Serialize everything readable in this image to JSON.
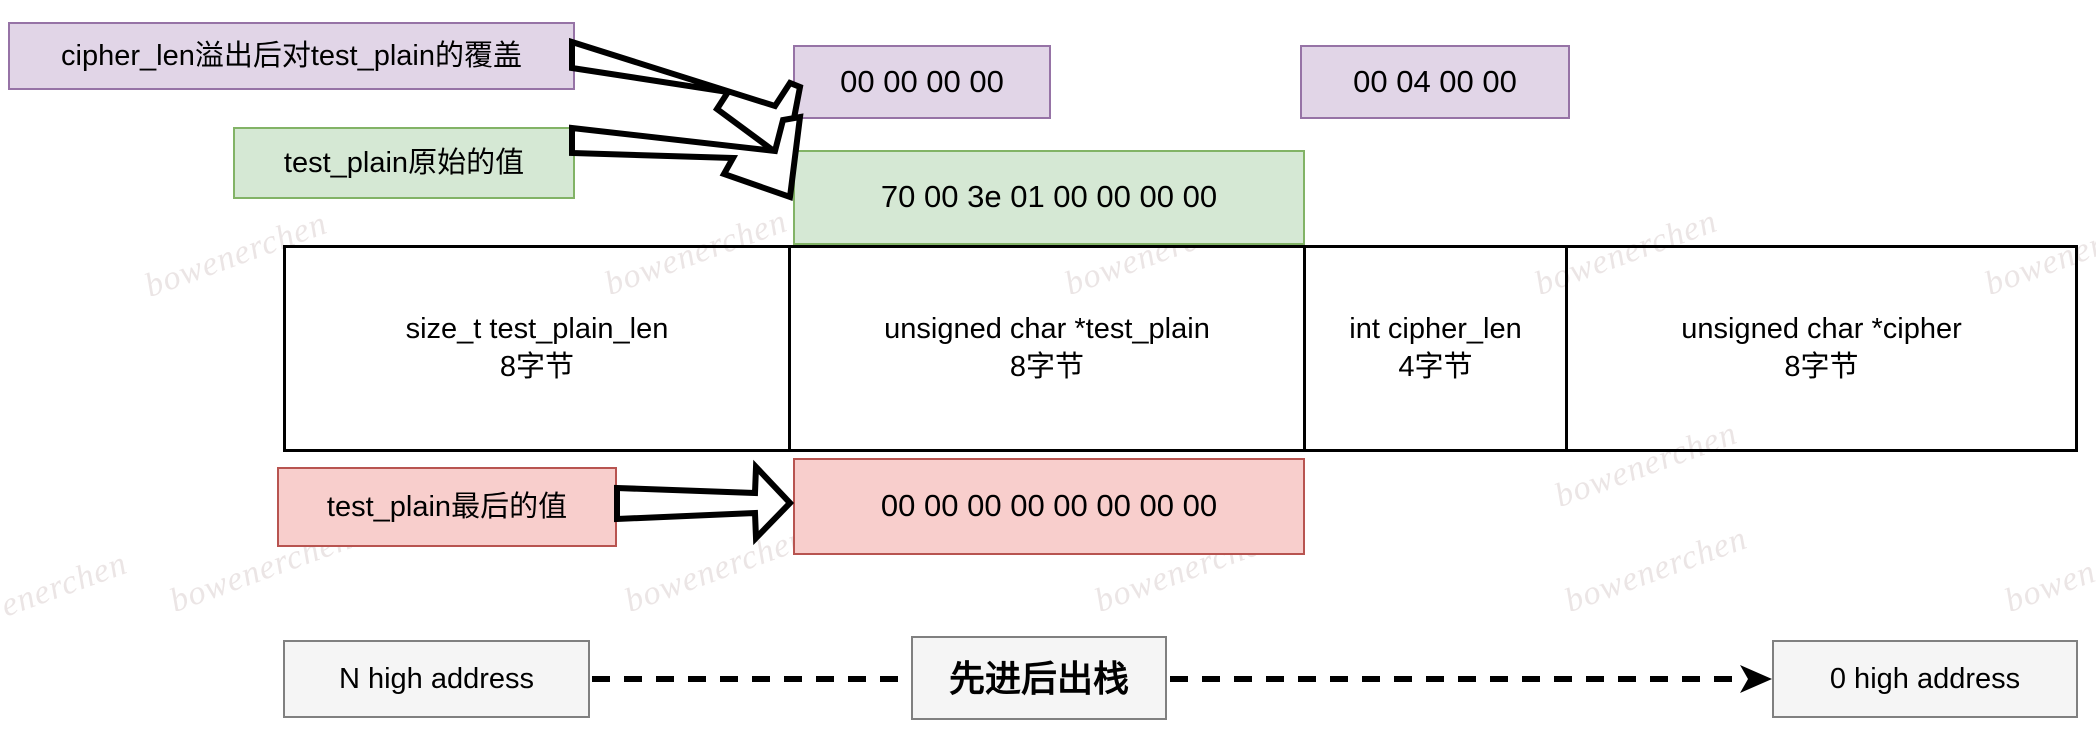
{
  "diagram": {
    "title": "stack layout overflow diagram",
    "watermark_text": "bowenerchen",
    "annotations": {
      "overflow_label": "cipher_len溢出后对test_plain的覆盖",
      "original_label": "test_plain原始的值",
      "final_label": "test_plain最后的值"
    },
    "memory_values": {
      "cipher_len_overflow_bytes": "00 00 00 00",
      "cipher_len_value_bytes": "00 04 00 00",
      "test_plain_original_bytes": "70 00 3e 01 00 00 00 00",
      "test_plain_final_bytes": "00 00 00 00 00 00 00 00"
    },
    "struct_fields": [
      {
        "name": "size_t test_plain_len",
        "size": "8字节"
      },
      {
        "name": "unsigned char *test_plain",
        "size": "8字节"
      },
      {
        "name": "int cipher_len",
        "size": "4字节"
      },
      {
        "name": "unsigned char *cipher",
        "size": "8字节"
      }
    ],
    "stack_direction": {
      "left_label": "N high address",
      "center_label": "先进后出栈",
      "right_label": "0 high address"
    },
    "colors": {
      "purple_fill": "#e1d5e7",
      "purple_stroke": "#9673a6",
      "green_fill": "#d5e8d4",
      "green_stroke": "#82b366",
      "red_fill": "#f8cecc",
      "red_stroke": "#b85450",
      "grey_fill": "#f5f5f5",
      "grey_stroke": "#808080",
      "line": "#000000"
    }
  }
}
